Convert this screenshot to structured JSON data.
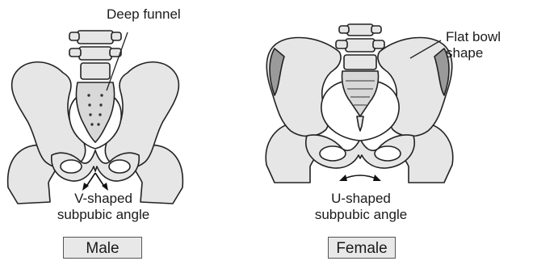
{
  "male": {
    "callout": "Deep funnel",
    "angle_line1": "V-shaped",
    "angle_line2": "subpubic angle",
    "sex_label": "Male"
  },
  "female": {
    "callout_line1": "Flat bowl",
    "callout_line2": "shape",
    "angle_line1": "U-shaped",
    "angle_line2": "subpubic angle",
    "sex_label": "Female"
  },
  "colors": {
    "bone": "#e6e6e6",
    "bone_shadow": "#9a9a9a",
    "outline": "#222222",
    "label_box": "#e8e8e8"
  }
}
